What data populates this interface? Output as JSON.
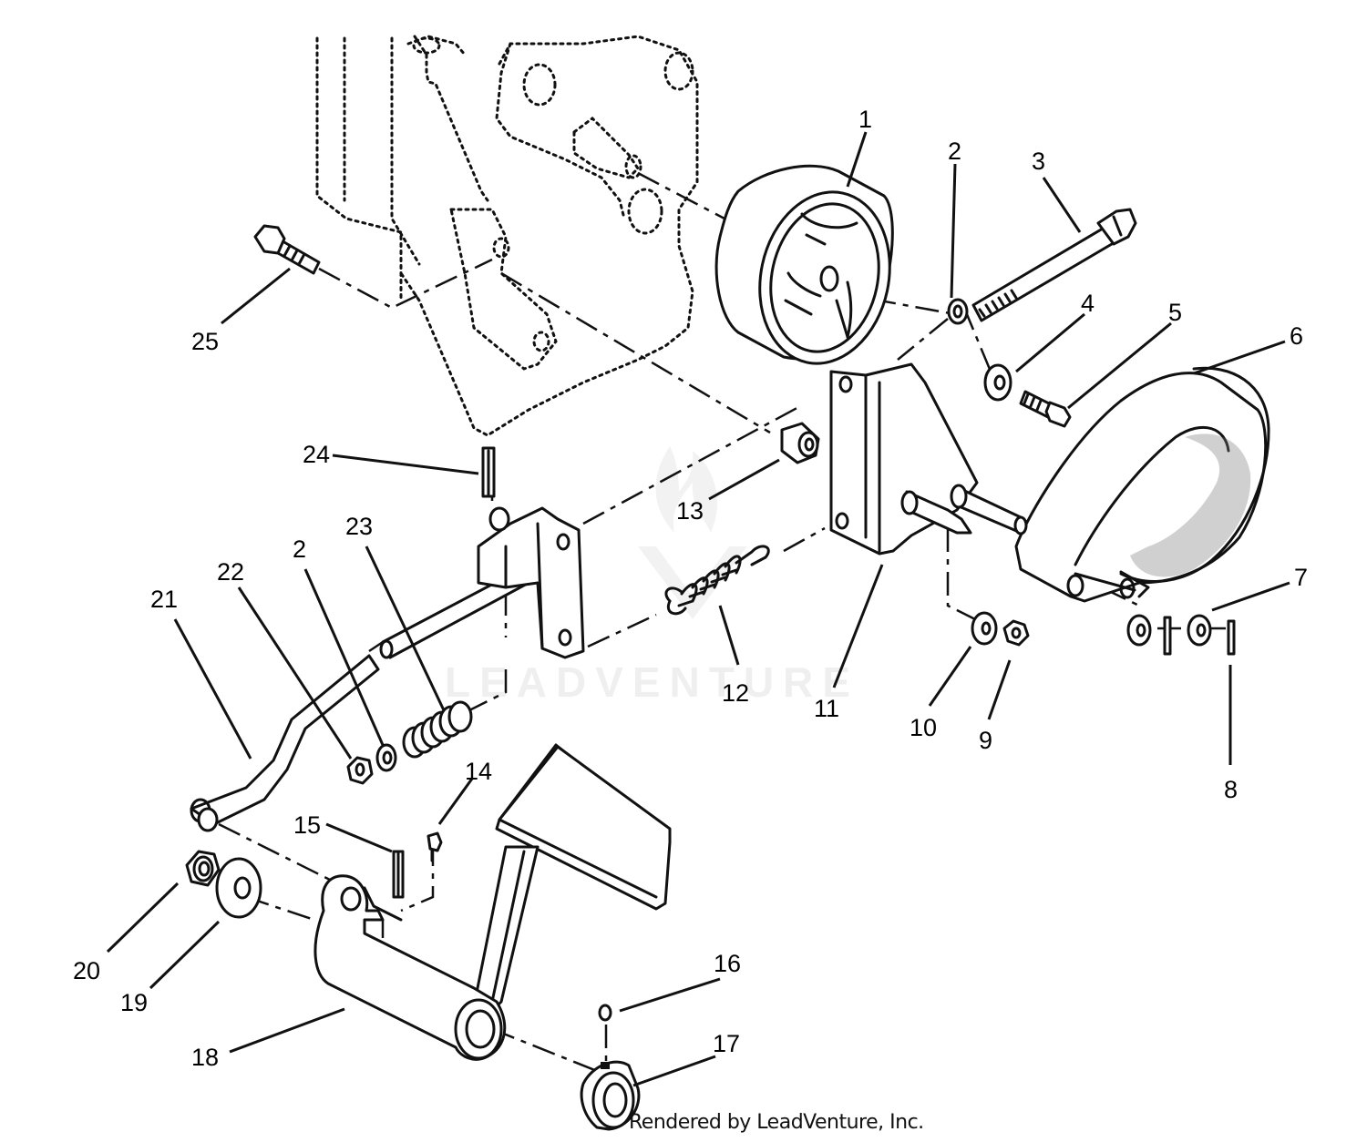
{
  "watermark": "LEADVENTURE",
  "footer": "Rendered by LeadVenture, Inc.",
  "callouts": {
    "c1": "1",
    "c2a": "2",
    "c2b": "2",
    "c3": "3",
    "c4": "4",
    "c5": "5",
    "c6": "6",
    "c7": "7",
    "c8": "8",
    "c9": "9",
    "c10": "10",
    "c11": "11",
    "c12": "12",
    "c13": "13",
    "c14": "14",
    "c15": "15",
    "c16": "16",
    "c17": "17",
    "c18": "18",
    "c19": "19",
    "c20": "20",
    "c21": "21",
    "c22": "22",
    "c23": "23",
    "c24": "24",
    "c25": "25"
  }
}
